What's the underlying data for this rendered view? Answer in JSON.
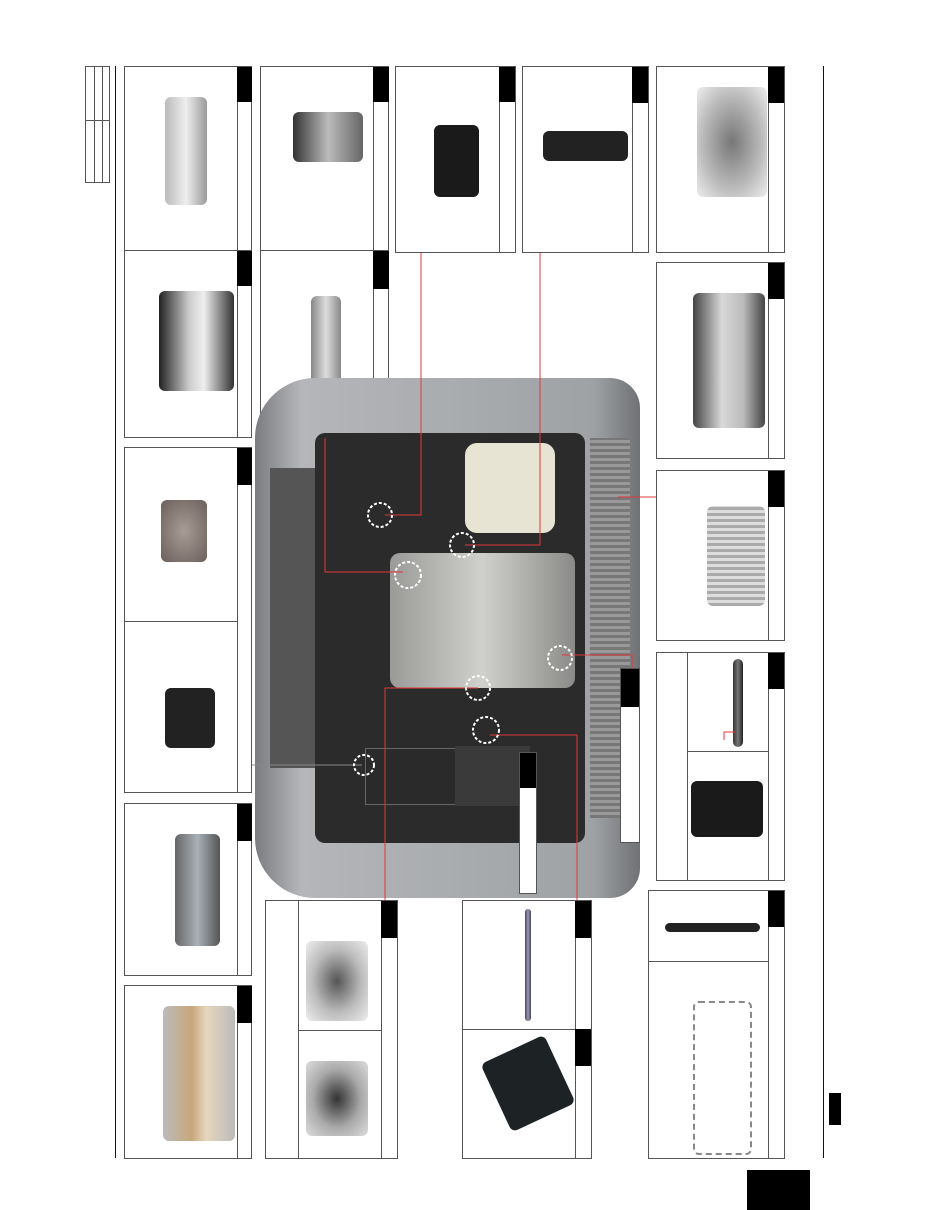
{
  "page": {
    "colors": {
      "tab": "#000000",
      "callout_line": "#e0383a",
      "frame": "#555555",
      "engine_body": "#8f9296"
    },
    "components": [
      {
        "id": "vacuum-pump"
      },
      {
        "id": "sensor-bracket"
      },
      {
        "id": "engine-mount"
      },
      {
        "id": "solenoid-valve"
      },
      {
        "id": "oil-pan"
      },
      {
        "id": "catalytic-converter"
      },
      {
        "id": "egr-valve"
      },
      {
        "id": "egr-cooler"
      },
      {
        "id": "air-flow-sensor"
      },
      {
        "id": "temperature-sensor"
      },
      {
        "id": "turbocharger"
      },
      {
        "id": "vacuum-modulator"
      },
      {
        "id": "ecu"
      },
      {
        "id": "injector"
      },
      {
        "id": "fuel-rail"
      },
      {
        "id": "throttle-body"
      },
      {
        "id": "glow-plug"
      },
      {
        "id": "glow-control-unit"
      }
    ]
  }
}
